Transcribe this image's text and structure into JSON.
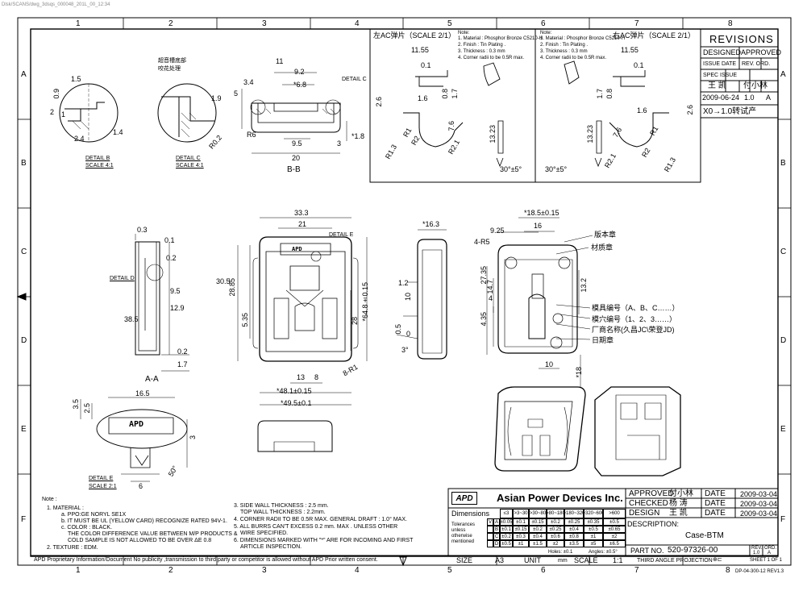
{
  "header_meta": "Dlsk/SCANS/dwg_3dsqs_000048_201L_00_12:34",
  "grid": {
    "cols": [
      "1",
      "2",
      "3",
      "4",
      "5",
      "6",
      "7",
      "8"
    ],
    "rows": [
      "A",
      "B",
      "C",
      "D",
      "E",
      "F"
    ]
  },
  "details": {
    "detail_b": [
      "DETAIL B",
      "SCALE 4:1"
    ],
    "detail_c": [
      "DETAIL C",
      "SCALE 4:1"
    ],
    "detail_d": "DETAIL D",
    "detail_e_label": "DETAIL E",
    "detail_e": [
      "DETAIL E",
      "SCALE 2:1"
    ],
    "section_bb": "B-B",
    "section_aa": "A-A",
    "cn_note_top": [
      "超音槽底部",
      "咬花处理"
    ],
    "marking_labels": [
      "版本章",
      "材质章",
      "模具编号（A、B、C……）",
      "模穴编号（1、2、3……）",
      "厂商名称(久昌JC\\荣登JD)",
      "日期章"
    ]
  },
  "dims": {
    "b": [
      "1.5",
      "0.9",
      "2",
      "1",
      "2.4",
      "1.4"
    ],
    "c": [
      "1.9",
      "R0.2"
    ],
    "bb": [
      "11",
      "9.2",
      "*6.8",
      "3.4",
      "5",
      "R6",
      "9.5",
      "20",
      "3",
      "*1.8"
    ],
    "aa": [
      "0.3",
      "0.1",
      "0.2",
      "9.5",
      "12.9",
      "38.5",
      "0.2",
      "1.7"
    ],
    "front": [
      "33.3",
      "21",
      "30.5",
      "28.85",
      "5.35",
      "28",
      "*64.8±0.15",
      "13",
      "8",
      "*48.1±0.15",
      "*49.5±0.1",
      "8-R1"
    ],
    "side": [
      "*16.3",
      "1.2",
      "10",
      "0.5",
      "0",
      "3°"
    ],
    "rear": [
      "*18.5±0.15",
      "9.25",
      "16",
      "4-R5",
      "27.35",
      "14.7",
      "4",
      "13.2",
      "4.35",
      "10",
      "*18"
    ],
    "e": [
      "16.5",
      "3.5",
      "2.5",
      "3",
      "6",
      "50°"
    ]
  },
  "ac_left": {
    "title": "左AC弹片（SCALE 2/1）",
    "notes": [
      "Note:",
      "1. Material : Phosphor Bronze C5210-H",
      "2. Finish : Tin Plating .",
      "3. Thickness : 0.3 mm",
      "4. Corner radii to be 0.5R max."
    ],
    "dims": [
      "11.55",
      "0.1",
      "2.6",
      "1.6",
      "0.8",
      "1.7",
      "7.6",
      "13.23",
      "R1.3",
      "R2.1",
      "R2",
      "R1",
      "30°±5°"
    ]
  },
  "ac_right": {
    "title": "右AC弹片（SCALE 2/1）",
    "notes": [
      "Note:",
      "1. Material : Phosphor Bronze C5210-H",
      "2. Finish : Tin Plating .",
      "3. Thickness : 0.3 mm",
      "4. Corner radii to be 0.5R max."
    ],
    "dims": [
      "11.55",
      "0.1",
      "1.7",
      "0.8",
      "1.6",
      "2.6",
      "7.6",
      "13.23",
      "R2.1",
      "R2",
      "R1",
      "R1.3",
      "30°±5°"
    ]
  },
  "revisions": {
    "title": "REVISIONS",
    "designed": "DESIGNED",
    "approved": "APPROVED",
    "issue_date": "ISSUE DATE",
    "rev_ord": "REV. ORD.",
    "spec_issue": "SPEC ISSUE",
    "designer": "王 凯",
    "approver": "付小林",
    "date": "2009-06-24",
    "rev": "1.0",
    "ord": "A",
    "change": "X0→1.0转试产"
  },
  "notes": {
    "title": "Note :",
    "left": [
      "1. MATERIAL :",
      "a. PPO:GE NORYL SE1X",
      "b. IT MUST BE UL (YELLOW CARD) RECOGNIZE RATED 94V-1.",
      "c. COLOR : BLACK.",
      "THE COLOR DIFFERENCE VALUE BETWEEN M/P PRODUCTS &",
      "COLD SAMPLE IS NOT ALLOWED TO BE OVER ΔE 0.8",
      "2. TEXTURE : EDM."
    ],
    "right": [
      "3. SIDE WALL THICKNESS : 2.5 mm.",
      "TOP WALL THICKNESS : 2.2mm.",
      "4. CORNER RADII TO BE 0.5R MAX. GENERAL DRAFT : 1.0° MAX.",
      "5. ALL BURRS CAN'T EXCESS 0.2 mm. MAX . UNLESS OTHER",
      "WIRE SPECIFIED.",
      "6. DIMENSIONS MARKED WITH \"*\" ARE FOR INCOMING AND FIRST",
      "ARTICLE INSPECTION."
    ]
  },
  "proprietary": "APD Proprietary Information/Document No publicity ,transmission to third party or competitor is allowed without APD Prior written consent.",
  "title_block": {
    "logo": "APD",
    "company": "Asian Power Devices Inc.",
    "dimensions": "Dimensions",
    "approved": "APPROVED",
    "checked": "CHECKED",
    "design": "DESIGN",
    "approved_name": "付小林",
    "checked_name": "杨 涛",
    "design_name": "王 凯",
    "date_label": "DATE",
    "date1": "2009-03-04",
    "date2": "2009-03-04",
    "date3": "2009-03-04",
    "description_label": "DESCRIPTION:",
    "description": "Case-BTM",
    "part_no_label": "PART NO.",
    "part_no": "520-97326-00",
    "rev_label": "REV.",
    "ord_label": "ORD.",
    "rev": "1.0",
    "ord": "A",
    "tolerances": [
      "Tolerances",
      "unless",
      "otherwise",
      "mentioned"
    ],
    "tol_head": [
      "≤3",
      ">3~30",
      ">30~80",
      ">80~180",
      ">180~320",
      ">320~600",
      ">600"
    ],
    "tol_rows": [
      [
        "V",
        "A",
        "±0.05",
        "±0.1",
        "±0.15",
        "±0.2",
        "±0.25",
        "±0.35",
        "±0.5"
      ],
      [
        "",
        "B",
        "±0.1",
        "±0.15",
        "±0.2",
        "±0.25",
        "±0.4",
        "±0.5",
        "±0.65"
      ],
      [
        "",
        "C",
        "±0.2",
        "±0.3",
        "±0.4",
        "±0.6",
        "±0.8",
        "±1",
        "±2"
      ],
      [
        "",
        "D",
        "±0.5",
        "±1",
        "±1.5",
        "±2",
        "±3.5",
        "±5",
        "±6.5"
      ]
    ],
    "holes": "Holes: ±0.1",
    "angles": "Angles: ±0.5°",
    "size_label": "SIZE",
    "size": "A3",
    "unit_label": "UNIT",
    "unit": "mm",
    "scale_label": "SCALE",
    "scale": "1:1",
    "projection": "THIRD ANGLE PROJECTION",
    "sheet": "SHEET 1 OF 1",
    "doc_code": "DP-04-300-12 REV1.3"
  }
}
